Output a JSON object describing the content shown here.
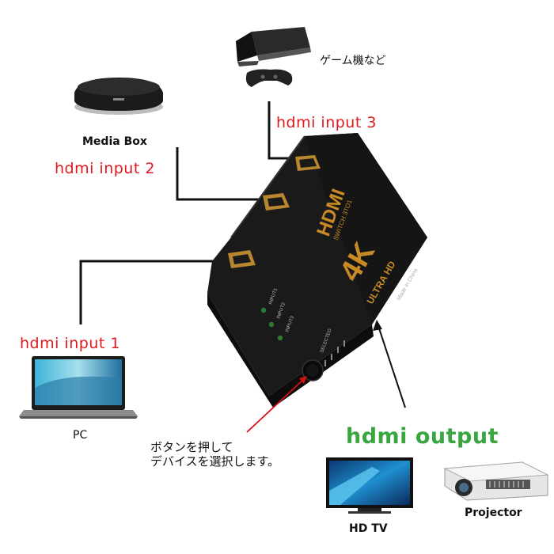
{
  "labels": {
    "game": "ゲーム機など",
    "media_box": "Media Box",
    "input3": "hdmi input 3",
    "input2": "hdmi input 2",
    "input1": "hdmi input 1",
    "pc": "PC",
    "button_note_line1": "ボタンを押して",
    "button_note_line2": "デバイスを選択します。",
    "output": "hdmi output",
    "hdtv": "HD TV",
    "projector": "Projector"
  },
  "device_print": {
    "logo": "HDMI",
    "switch_text": "SWITCH 3TO1",
    "k4": "4K",
    "ultra": "ULTRA HD",
    "made": "Made in China",
    "in1": "INPUT1",
    "in2": "INPUT2",
    "in3": "INPUT3",
    "selected": "SELECTED"
  },
  "colors": {
    "input_label": "#e0191e",
    "output_label": "#3aa640",
    "pointer_arrow": "#d41217",
    "device_body": "#1a1a1a",
    "logo_gold": "#c78a24",
    "led_green": "#2e7a2e"
  }
}
